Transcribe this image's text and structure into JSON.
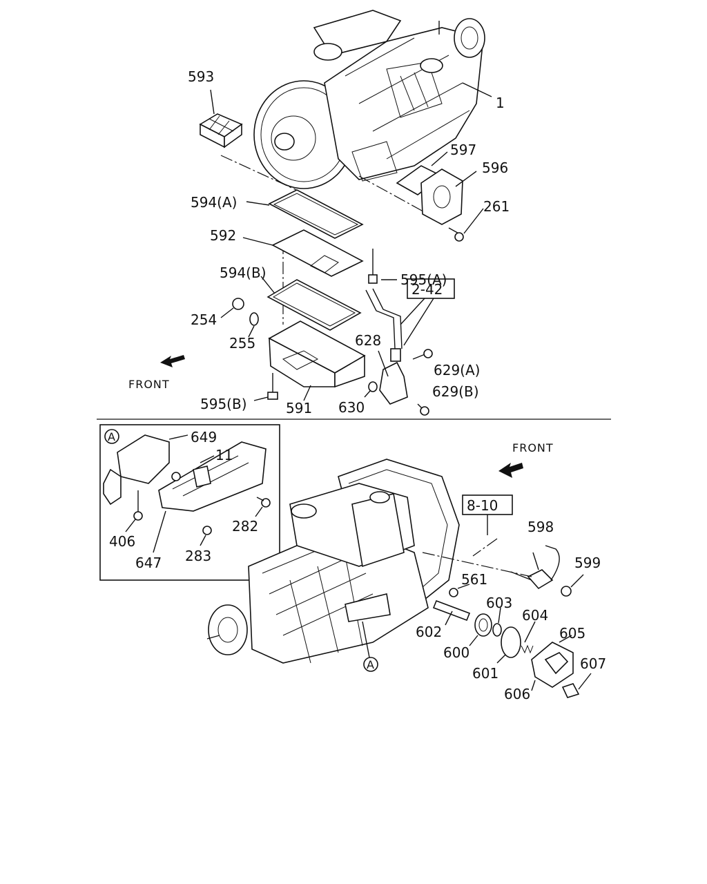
{
  "labels": {
    "p593": "593",
    "p1": "1",
    "p597": "597",
    "p596": "596",
    "p261": "261",
    "p594a": "594(A)",
    "p592": "592",
    "p595a": "595(A)",
    "p594b": "594(B)",
    "p242": "2-42",
    "p254": "254",
    "p255": "255",
    "p628": "628",
    "p629a": "629(A)",
    "p629b": "629(B)",
    "p595b": "595(B)",
    "p591": "591",
    "p630": "630",
    "front_top": "FRONT",
    "front_bottom": "FRONT",
    "callout_a": "A",
    "p649": "649",
    "p11": "11",
    "p282": "282",
    "p406": "406",
    "p283": "283",
    "p647": "647",
    "p810": "8-10",
    "p598": "598",
    "p599": "599",
    "p561": "561",
    "p603": "603",
    "p602": "602",
    "p604": "604",
    "p605": "605",
    "p600": "600",
    "p607": "607",
    "p601": "601",
    "p606": "606",
    "callout_a2": "A"
  },
  "icons": [
    "front-arrow-icon",
    "callout-circle-a-icon"
  ]
}
